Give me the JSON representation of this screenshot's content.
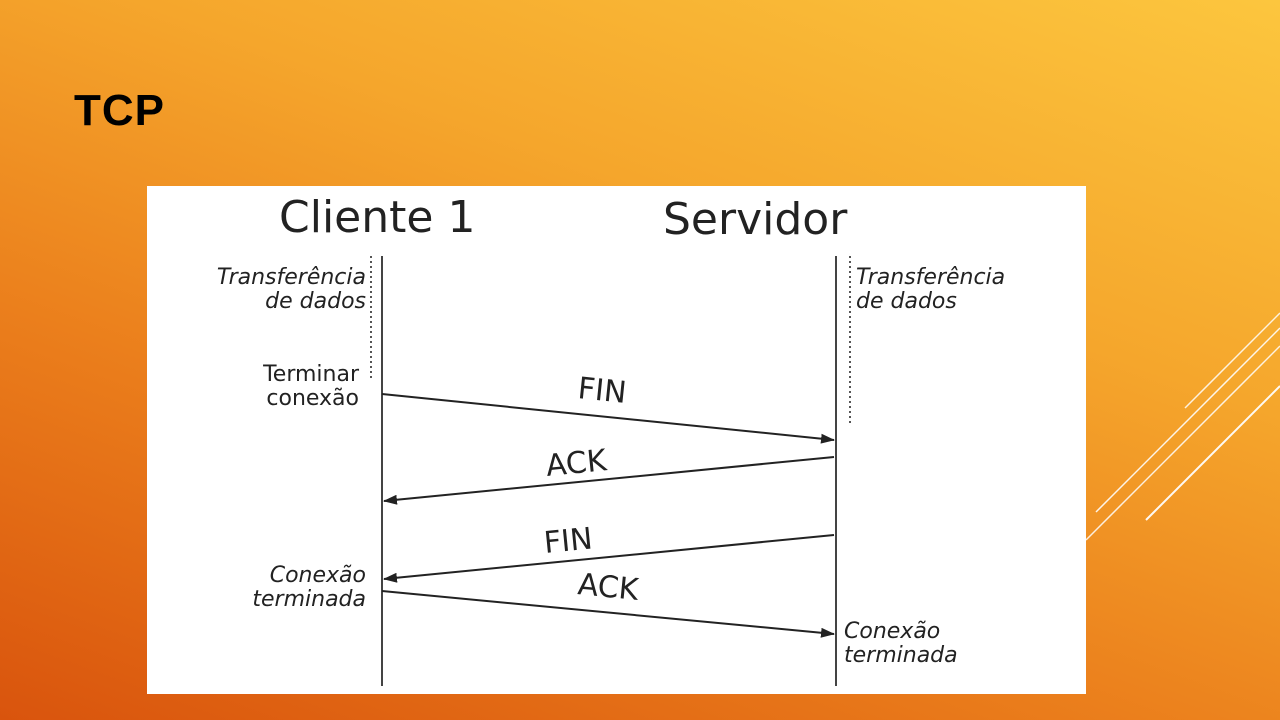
{
  "slide": {
    "title": "TCP"
  },
  "diagram": {
    "client_header": "Cliente 1",
    "server_header": "Servidor",
    "client_state_1_line1": "Transferência",
    "client_state_1_line2": "de dados",
    "server_state_1_line1": "Transferência",
    "server_state_1_line2": "de dados",
    "client_action_line1": "Terminar",
    "client_action_line2": "conexão",
    "client_state_2_line1": "Conexão",
    "client_state_2_line2": "terminada",
    "server_state_2_line1": "Conexão",
    "server_state_2_line2": "terminada",
    "messages": [
      {
        "label": "FIN",
        "from": "client",
        "to": "server"
      },
      {
        "label": "ACK",
        "from": "server",
        "to": "client"
      },
      {
        "label": "FIN",
        "from": "server",
        "to": "client"
      },
      {
        "label": "ACK",
        "from": "client",
        "to": "server"
      }
    ]
  },
  "colors": {
    "background_top": "#fcc63e",
    "background_bottom": "#d9540d",
    "panel": "#ffffff",
    "ink": "#222222"
  }
}
